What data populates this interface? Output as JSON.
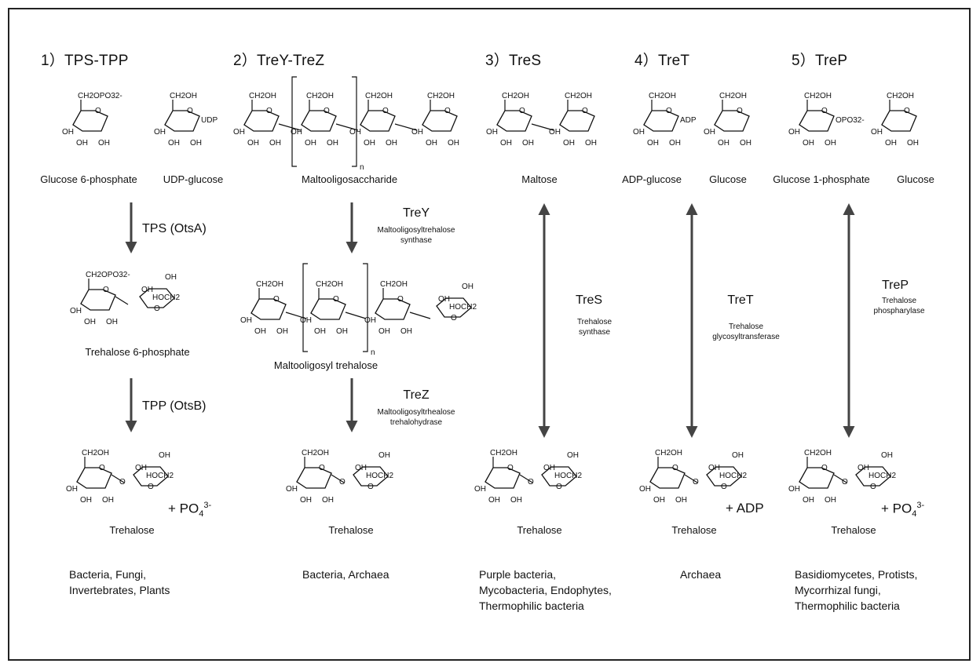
{
  "pathways": [
    {
      "title": "1）TPS-TPP",
      "substrates": [
        "Glucose 6-phosphate",
        "UDP-glucose"
      ],
      "step1": {
        "enzyme": "TPS (OtsA)",
        "product": "Trehalose 6-phosphate"
      },
      "step2": {
        "enzyme": "TPP (OtsB)",
        "product": "Trehalose",
        "byproduct": "+ PO",
        "byproduct_sub": "4",
        "byproduct_sup": "3-"
      },
      "organisms": [
        "Bacteria, Fungi,",
        "Invertebrates, Plants"
      ]
    },
    {
      "title": "2）TreY-TreZ",
      "substrates": [
        "Maltooligosaccharide"
      ],
      "step1": {
        "enzyme": "TreY",
        "enzyme_desc": [
          "Maltooligosyltrehalose",
          "synthase"
        ],
        "product": "Maltooligosyl trehalose"
      },
      "step2": {
        "enzyme": "TreZ",
        "enzyme_desc": [
          "Maltooligosyltrhealose",
          "trehalohydrase"
        ],
        "product": "Trehalose"
      },
      "organisms": [
        "Bacteria, Archaea"
      ]
    },
    {
      "title": "3）TreS",
      "substrates": [
        "Maltose"
      ],
      "step1": {
        "enzyme": "TreS",
        "enzyme_desc": [
          "Trehalose",
          "synthase"
        ],
        "product": "Trehalose"
      },
      "organisms": [
        "Purple bacteria,",
        "Mycobacteria, Endophytes,",
        "Thermophilic bacteria"
      ]
    },
    {
      "title": "4）TreT",
      "substrates": [
        "ADP-glucose",
        "Glucose"
      ],
      "step1": {
        "enzyme": "TreT",
        "enzyme_desc": [
          "Trehalose",
          "glycosyltransferase"
        ],
        "product": "Trehalose",
        "byproduct": "+ ADP"
      },
      "organisms": [
        "Archaea"
      ]
    },
    {
      "title": "5）TreP",
      "substrates": [
        "Glucose 1-phosphate",
        "Glucose"
      ],
      "step1": {
        "enzyme": "TreP",
        "enzyme_desc": [
          "Trehalose",
          "phospharylase"
        ],
        "product": "Trehalose",
        "byproduct": "+ PO",
        "byproduct_sub": "4",
        "byproduct_sup": "3-"
      },
      "organisms": [
        "Basidiomycetes, Protists,",
        "Mycorrhizal fungi,",
        "Thermophilic bacteria"
      ]
    }
  ],
  "structure_labels": {
    "ch2oh": "CH2OH",
    "oh": "OH",
    "udp": "UDP",
    "adp": "ADP",
    "hoch2": "HOCH2",
    "ch2opo3": "CH2OPO32-",
    "opo3": "OPO32-",
    "n": "n"
  },
  "colors": {
    "arrow": "#444444",
    "line": "#111111",
    "frame": "#222222"
  }
}
